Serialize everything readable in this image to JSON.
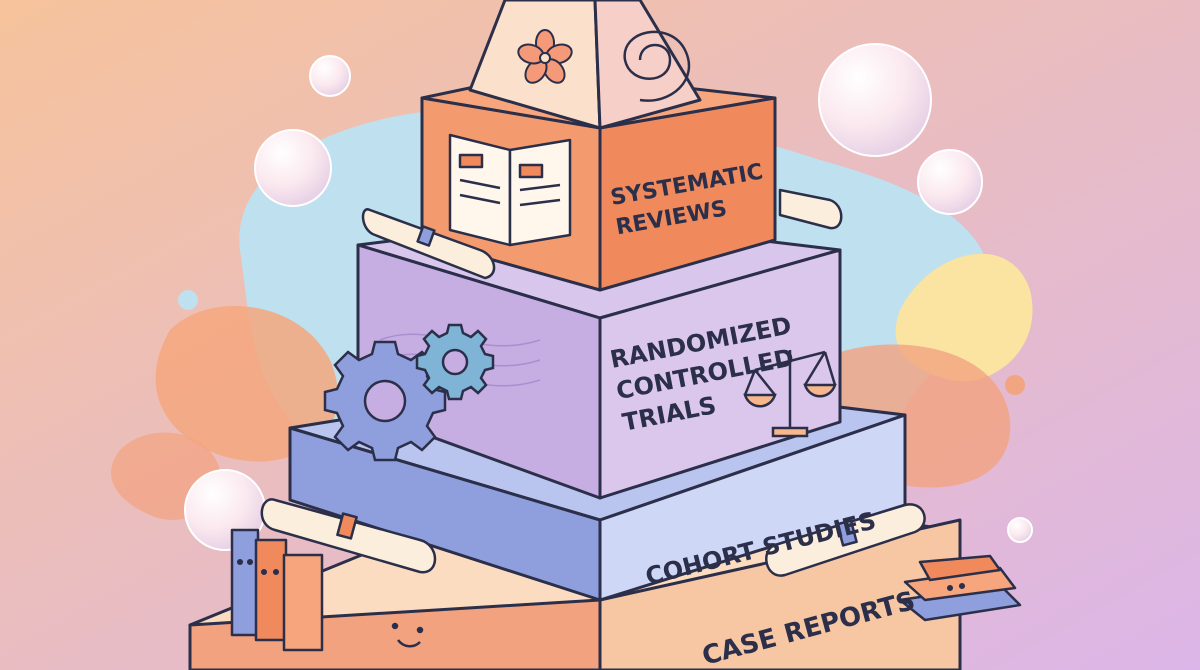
{
  "tiers": [
    {
      "label_lines": [
        "Systematic",
        "Reviews"
      ],
      "color": "#f08a5d"
    },
    {
      "label_lines": [
        "Randomized",
        "Controlled",
        "Trials"
      ],
      "color": "#c9b2e0"
    },
    {
      "label_lines": [
        "Cohort Studies"
      ],
      "color": "#a9b7ea"
    },
    {
      "label_lines": [
        "Case Reports"
      ],
      "color": "#f7c6a3"
    }
  ],
  "colors": {
    "background_top": "#f6c39c",
    "background_bottom": "#dcb6e8",
    "outline": "#2b2f4a",
    "apex": "#f9d7c4"
  },
  "decorations": [
    "cherry-blossom-icon",
    "swirl-icon",
    "open-book-icon",
    "scroll-icon",
    "gear-icon",
    "balance-scale-icon",
    "books-icon",
    "bubble"
  ]
}
